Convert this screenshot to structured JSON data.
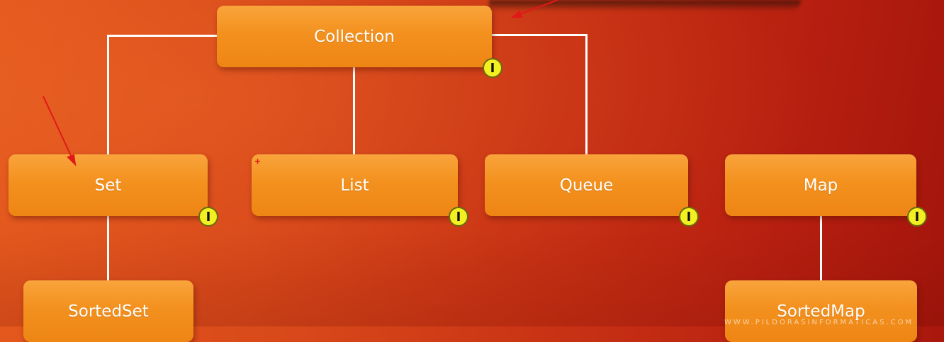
{
  "nodes": {
    "collection": {
      "label": "Collection",
      "badge": "I"
    },
    "set": {
      "label": "Set",
      "badge": "I"
    },
    "list": {
      "label": "List",
      "badge": "I"
    },
    "queue": {
      "label": "Queue",
      "badge": "I"
    },
    "map": {
      "label": "Map",
      "badge": "I"
    },
    "sortedset": {
      "label": "SortedSet"
    },
    "sortedmap": {
      "label": "SortedMap"
    }
  },
  "watermark": "WWW.PILDORASINFORMATICAS.COM",
  "colors": {
    "node_fill": "#f3911e",
    "badge_fill": "#f2f020",
    "connector": "#ffffff",
    "annotation_arrow": "#e01818"
  }
}
